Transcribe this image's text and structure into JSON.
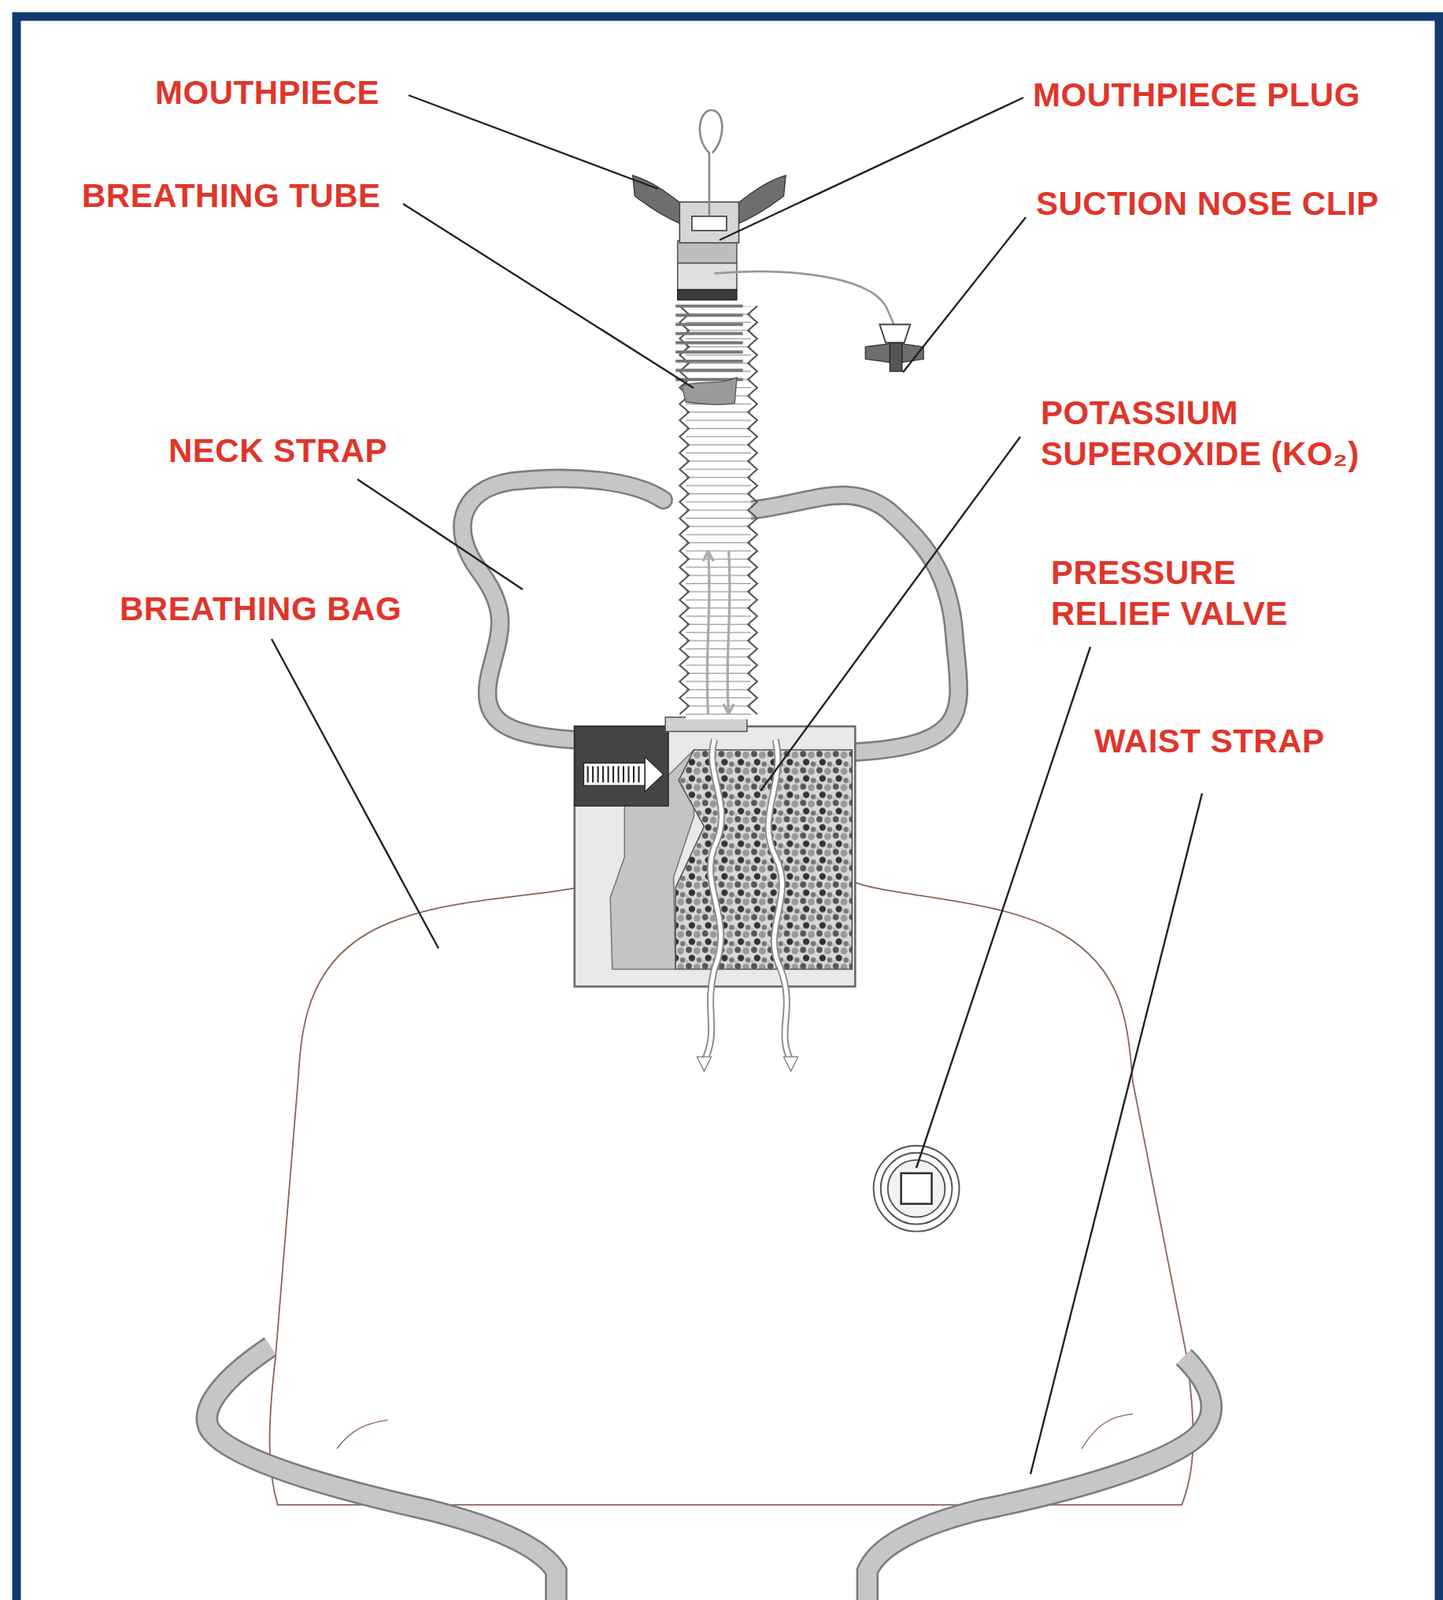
{
  "diagram": {
    "labels": [
      "MOUTHPIECE",
      "MOUTHPIECE PLUG",
      "BREATHING TUBE",
      "SUCTION NOSE CLIP",
      "POTASSIUM SUPEROXIDE (KO₂)",
      "NECK STRAP",
      "PRESSURE RELIEF VALVE",
      "BREATHING BAG",
      "WAIST STRAP"
    ]
  }
}
